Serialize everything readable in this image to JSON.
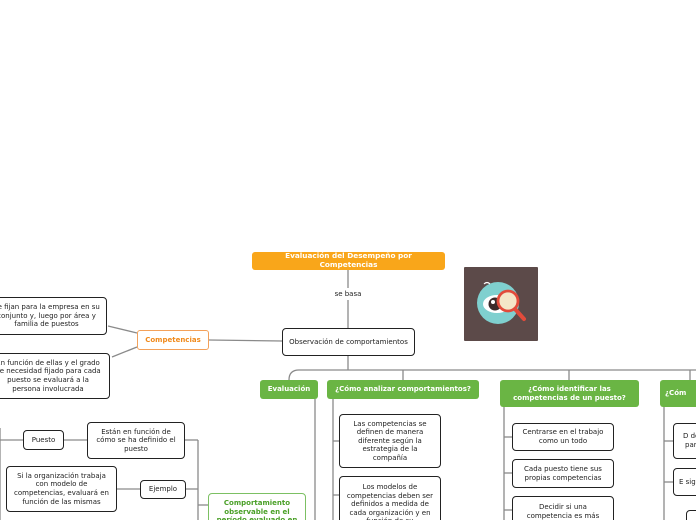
{
  "root": {
    "title": "Evaluación del Desempeño por Competencias",
    "relation": "se basa"
  },
  "center": "Observación de comportamientos",
  "competencias": {
    "label": "Competencias",
    "items": [
      "Se fijan para la empresa en su conjunto y, luego por área y familia de puestos",
      "En función de ellas y el grado de necesidad fijado para cada puesto se evaluará a la persona involucrada"
    ]
  },
  "branches": {
    "evaluacion": "Evaluación",
    "analizar": "¿Cómo analizar comportamientos?",
    "identificar": "¿Cómo identificar las competencias de un puesto?",
    "cut": "¿Cóm"
  },
  "analizar_items": [
    "Las competencias se definen de manera diferente según la estrategia de la compañía",
    "Los modelos de competencias deben ser definidos a medida de cada organización y en función de su"
  ],
  "identificar_items": [
    "Centrarse en el trabajo como un todo",
    "Cada puesto tiene sus propias competencias",
    "Decidir si una competencia es más"
  ],
  "right_items": [
    "D des para",
    "E sigu"
  ],
  "left_lower": {
    "puesto": "Puesto",
    "puesto_desc": "Están en función de cómo se ha definido el puesto",
    "ejemplo": "Ejemplo",
    "ejemplo_desc": "Si la organización trabaja con modelo de competencias, evaluará en función de las mismas",
    "comportamiento": "Comportamiento observable en el período evaluado en"
  },
  "icons": {
    "image": "magnifier-eye-icon"
  },
  "colors": {
    "orange": "#f9a61a",
    "green": "#6ab544",
    "image_bg": "#5c4a49"
  }
}
